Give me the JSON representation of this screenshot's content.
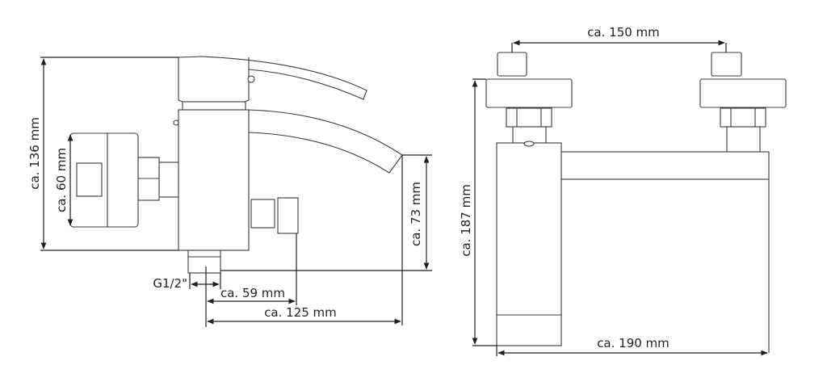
{
  "side_view": {
    "height_total": "ca. 136 mm",
    "handle_height": "ca. 60 mm",
    "spout_height": "ca. 73 mm",
    "thread": "G1/2\"",
    "knob_depth": "ca. 59 mm",
    "spout_depth": "ca. 125 mm"
  },
  "front_view": {
    "connection_distance": "ca. 150 mm",
    "height_total": "ca. 187 mm",
    "width_total": "ca. 190 mm"
  },
  "colors": {
    "line": "#3a3a3a",
    "text": "#231f20"
  }
}
